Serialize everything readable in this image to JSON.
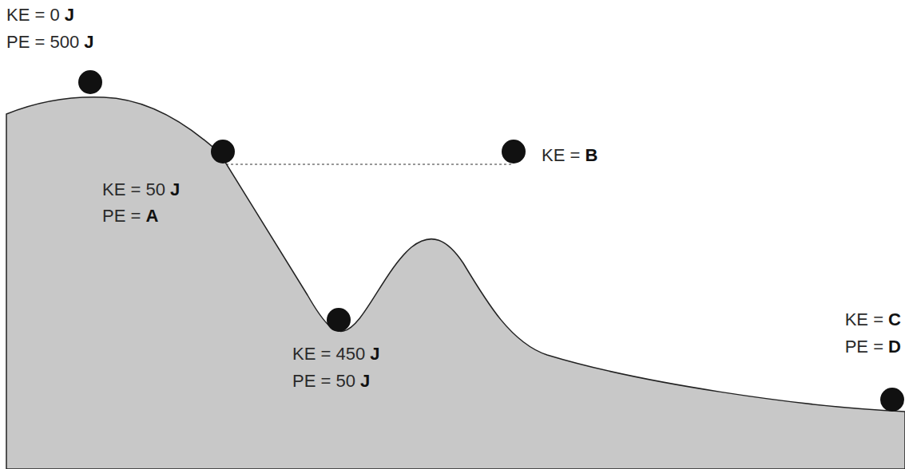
{
  "diagram": {
    "labels": [
      "KE = 0 J",
      "PE = 500 J",
      "KE = 50 J",
      "PE = A",
      "KE = B",
      "KE = 450 J",
      "PE = 50 J",
      "KE = C",
      "PE = D"
    ]
  }
}
